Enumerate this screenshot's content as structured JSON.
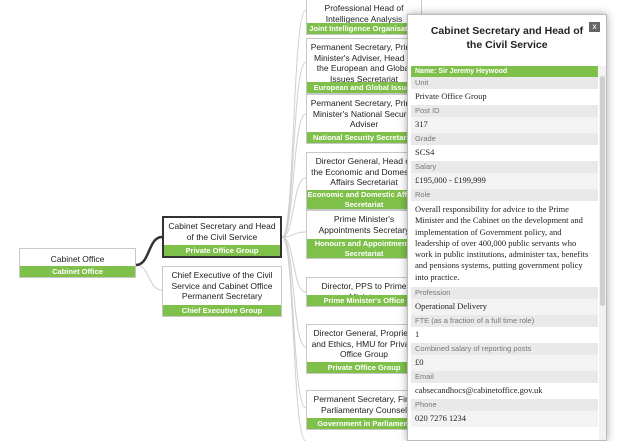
{
  "tree": {
    "root": {
      "title": "Cabinet Office",
      "unit": "Cabinet Office"
    },
    "level1": [
      {
        "title": "Cabinet Secretary and Head of the Civil Service",
        "unit": "Private Office Group"
      },
      {
        "title": "Chief Executive of the Civil Service and Cabinet Office Permanent Secretary",
        "unit": "Chief Executive Group"
      }
    ],
    "level2": [
      {
        "title": "Professional Head of Intelligence Analysis",
        "unit": "Joint Intelligence Organisation"
      },
      {
        "title": "Permanent Secretary, Prime Minister's Adviser, Head of the European and Global Issues Secretariat",
        "unit": "European and Global Issues"
      },
      {
        "title": "Permanent Secretary, Prime Minister's National Security Adviser",
        "unit": "National Security Secretariat"
      },
      {
        "title": "Director General, Head of the Economic and Domestic Affairs Secretariat",
        "unit": "Economic and Domestic Affairs Secretariat"
      },
      {
        "title": "Prime Minister's Appointments Secretary",
        "unit": "Honours and Appointments Secretariat"
      },
      {
        "title": "Director, PPS to Prime Minister",
        "unit": "Prime Minister's Office"
      },
      {
        "title": "Director General, Propriety and Ethics, HMU for Private Office Group",
        "unit": "Private Office Group"
      },
      {
        "title": "Permanent Secretary, First Parliamentary Counsel",
        "unit": "Government in Parliament"
      }
    ]
  },
  "popup": {
    "title": "Cabinet Secretary and Head of the Civil Service",
    "close_label": "x",
    "name_label": "Name: Sir Jeremy Heywood",
    "fields": [
      {
        "label": "Unit",
        "value": "Private Office Group"
      },
      {
        "label": "Post ID",
        "value": "317"
      },
      {
        "label": "Grade",
        "value": "SCS4"
      },
      {
        "label": "Salary",
        "value": "£195,000 - £199,999"
      },
      {
        "label": "Role",
        "value": "Overall responsibility for advice to the Prime Minister and the Cabinet on the development and implementation of Government policy, and leadership of over 400,000 public servants who work in public institutions, administer tax, benefits and pensions systems, putting government policy into practice."
      },
      {
        "label": "Profession",
        "value": "Operational Delivery"
      },
      {
        "label": "FTE (as a fraction of a full time role)",
        "value": "1"
      },
      {
        "label": "Combined salary of reporting posts",
        "value": "£0"
      },
      {
        "label": "Email",
        "value": "cabsecandhocs@cabinetoffice.gov.uk"
      },
      {
        "label": "Phone",
        "value": "020 7276 1234"
      }
    ]
  }
}
